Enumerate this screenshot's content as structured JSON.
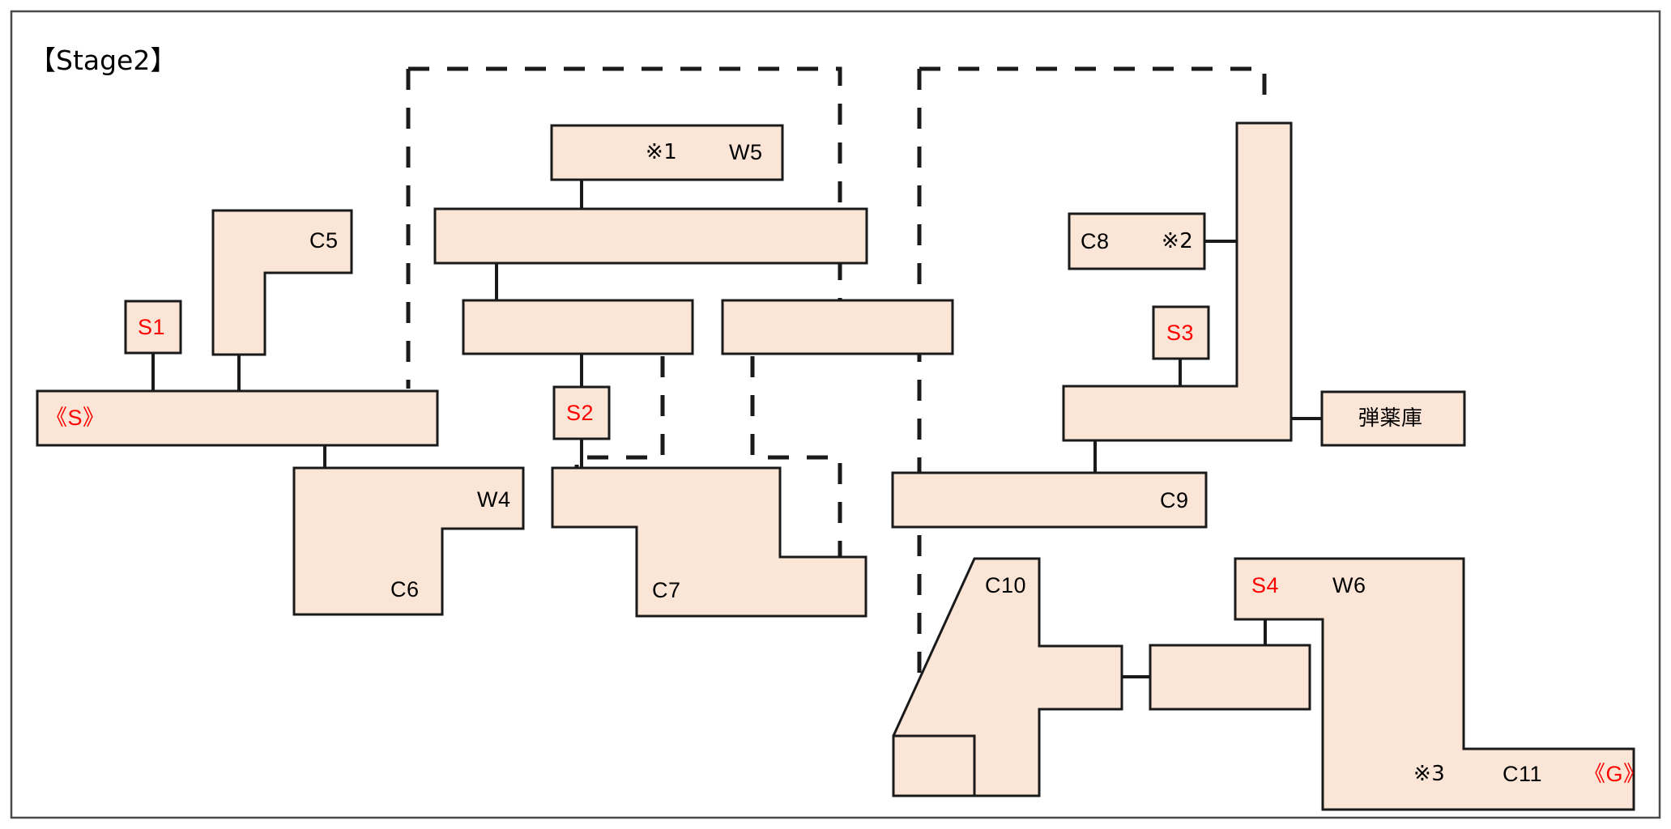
{
  "page": {
    "title": "【Stage2】",
    "background": "#ffffff",
    "frame_color": "#4a4a4a"
  },
  "style": {
    "room_fill": "#fbe5d6",
    "room_stroke": "#1a1a1a",
    "label_color": "#000000",
    "marker_color": "#ff0000",
    "hidden_route_stroke": "#1a1a1a"
  },
  "labels": {
    "start": "《S》",
    "goal": "《G》",
    "s1": "S1",
    "s2": "S2",
    "s3": "S3",
    "s4": "S4",
    "c5": "C5",
    "c6": "C6",
    "c7": "C7",
    "c8": "C8",
    "c9": "C9",
    "c10": "C10",
    "c11": "C11",
    "w4": "W4",
    "w5": "W5",
    "w6": "W6",
    "note1": "※1",
    "note2": "※2",
    "note3": "※3",
    "ammo_depot": "弾薬庫"
  },
  "rooms": [
    {
      "id": "start",
      "label": "《S》",
      "kind": "start"
    },
    {
      "id": "s1",
      "label": "S1",
      "kind": "save"
    },
    {
      "id": "c5",
      "label": "C5",
      "kind": "corridor"
    },
    {
      "id": "w5",
      "label": "W5",
      "kind": "warp",
      "note": "※1"
    },
    {
      "id": "hall-top",
      "label": "",
      "kind": "corridor"
    },
    {
      "id": "hall-left",
      "label": "",
      "kind": "corridor"
    },
    {
      "id": "hall-right",
      "label": "",
      "kind": "corridor"
    },
    {
      "id": "s2",
      "label": "S2",
      "kind": "save"
    },
    {
      "id": "c6",
      "label": "C6",
      "kind": "corridor",
      "extra": "W4"
    },
    {
      "id": "c7",
      "label": "C7",
      "kind": "corridor"
    },
    {
      "id": "c8",
      "label": "C8",
      "kind": "corridor",
      "note": "※2"
    },
    {
      "id": "s3",
      "label": "S3",
      "kind": "save"
    },
    {
      "id": "vertical-hall",
      "label": "",
      "kind": "corridor"
    },
    {
      "id": "ammo",
      "label": "弾薬庫",
      "kind": "room"
    },
    {
      "id": "c9",
      "label": "C9",
      "kind": "corridor"
    },
    {
      "id": "c10",
      "label": "C10",
      "kind": "corridor"
    },
    {
      "id": "link-room",
      "label": "",
      "kind": "corridor"
    },
    {
      "id": "c11",
      "label": "C11",
      "kind": "goal",
      "extra": "W6",
      "note": "※3"
    },
    {
      "id": "s4",
      "label": "S4",
      "kind": "save"
    }
  ]
}
